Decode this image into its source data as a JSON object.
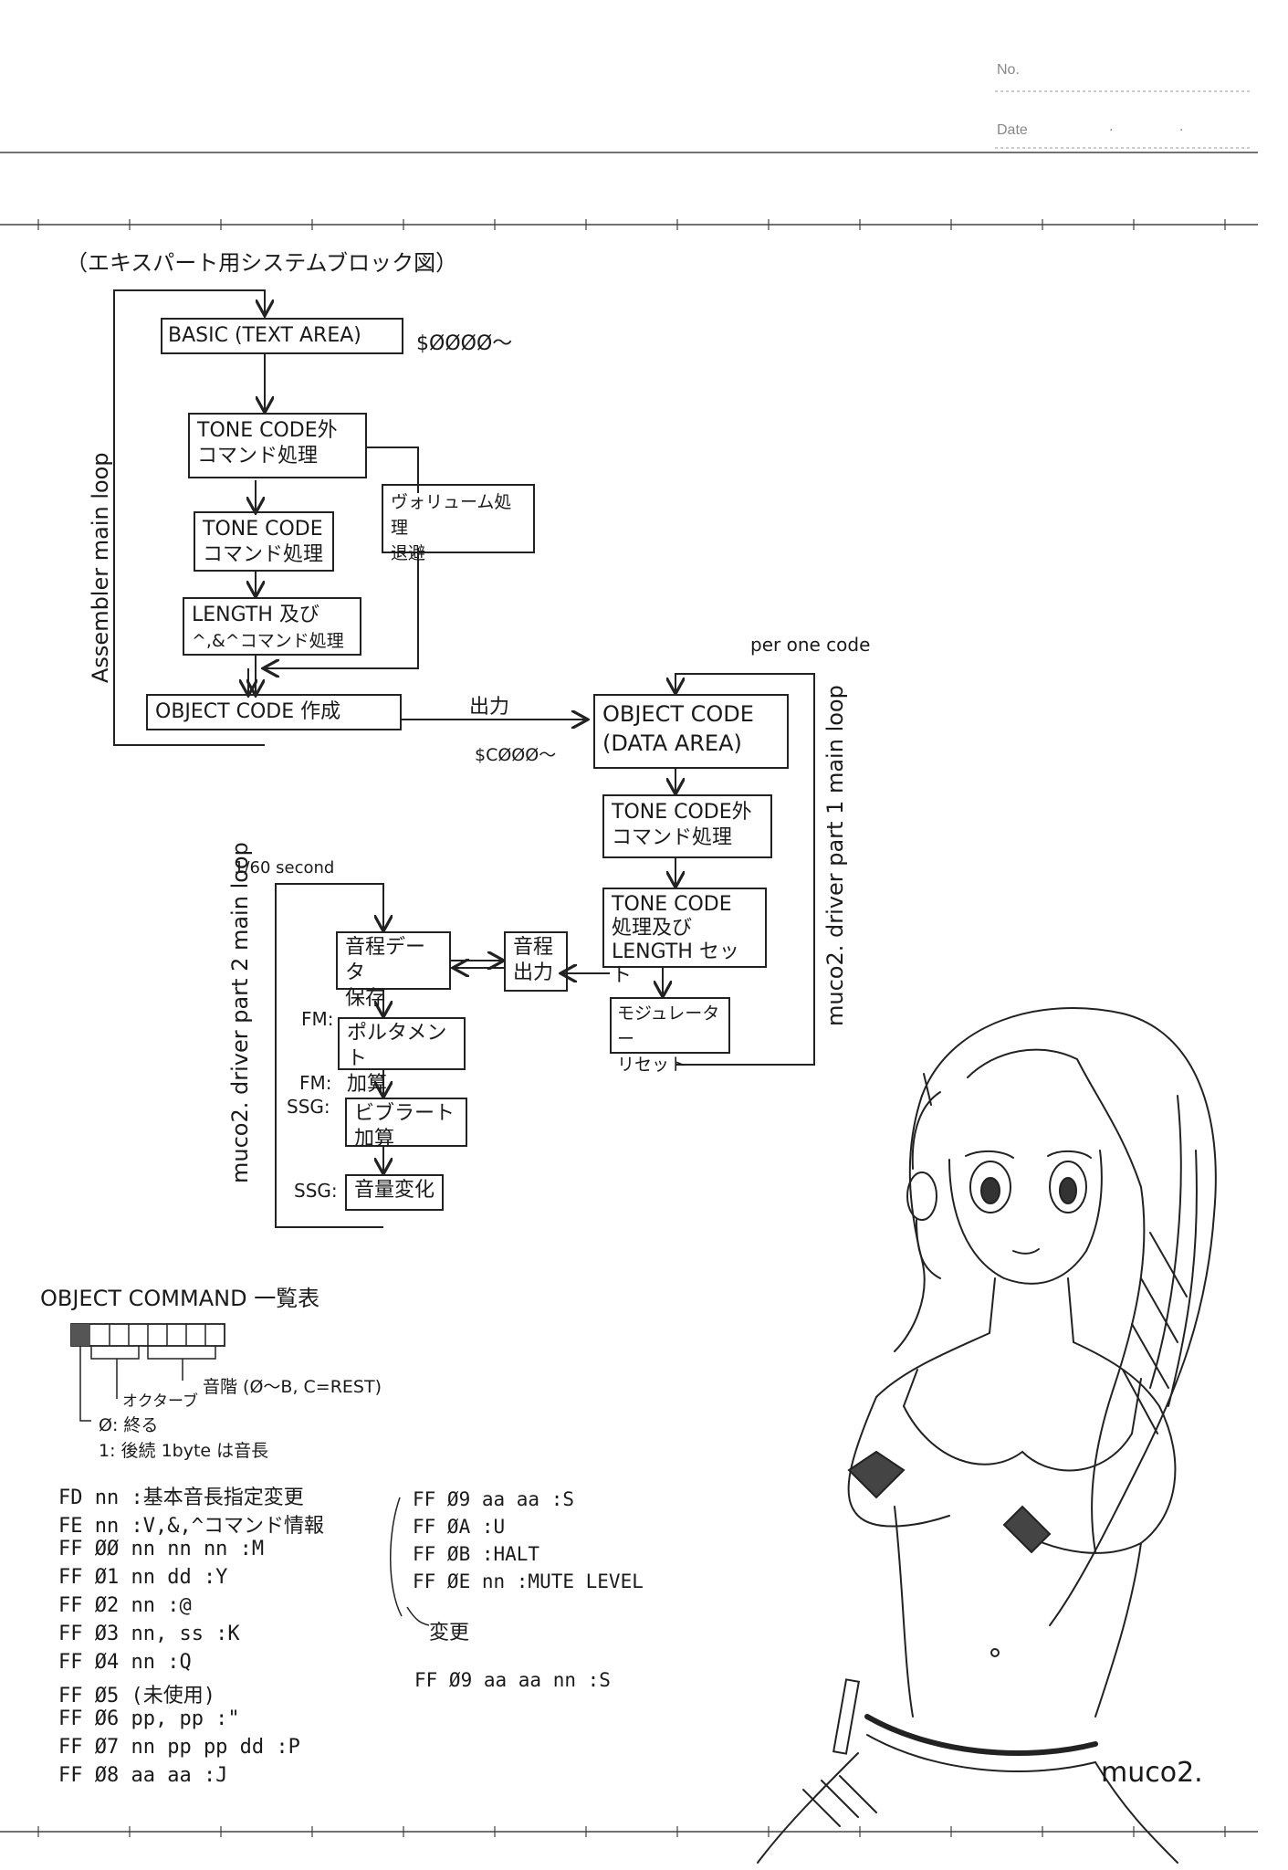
{
  "notebook": {
    "no_label": "No.",
    "date_label": "Date",
    "date_dots": ".",
    "signature": "muco2."
  },
  "diagram": {
    "title": "（エキスパート用システムブロック図）",
    "assembler_loop_label": "Assembler main loop",
    "basic_box": "BASIC (TEXT AREA)",
    "basic_addr": "$ØØØØ～",
    "tone_other_box": [
      "TONE CODE外",
      "コマンド処理"
    ],
    "volume_box": [
      "ヴォリューム処理",
      "退避"
    ],
    "tone_box": [
      "TONE CODE",
      "コマンド処理"
    ],
    "length_box": [
      "LENGTH 及び",
      "^,&^コマンド処理"
    ],
    "object_create_box": "OBJECT CODE 作成",
    "output_label": "出力",
    "output_addr": "$CØØØ～",
    "per_one_code": "per one code",
    "object_code_box": [
      "OBJECT CODE",
      "(DATA AREA)"
    ],
    "driver1_tone_other_box": [
      "TONE CODE外",
      "コマンド処理"
    ],
    "driver1_tone_box": [
      "TONE CODE",
      "処理及び",
      "LENGTH セット"
    ],
    "modulator_box": [
      "モジュレーター",
      "リセット"
    ],
    "driver1_label": "muco2. driver part 1 main loop",
    "sixtieth_label": "1/60 second",
    "pitch_data_box": [
      "音程データ",
      "保存"
    ],
    "pitch_output_box": [
      "音程",
      "出力"
    ],
    "fm_label_1": "FM:",
    "portamento_box": [
      "ポルタメント",
      "加算"
    ],
    "fm_label_2": "FM:",
    "ssg_label_1": "SSG:",
    "vibrato_box": [
      "ビブラート",
      "加算"
    ],
    "ssg_label_2": "SSG:",
    "volume_change_box": "音量変化",
    "driver2_label": "muco2. driver part 2 main loop"
  },
  "commands": {
    "heading": "OBJECT COMMAND 一覧表",
    "bit_note": "音階 (Ø～B, C=REST)",
    "bit_octave": "オクターブ",
    "bit_flag_0": "Ø: 終る",
    "bit_flag_1": "1: 後続 1byte は音長",
    "left_list": [
      "FD nn :基本音長指定変更",
      "FE nn :V,&,^コマンド情報",
      "FF ØØ nn nn nn :M",
      "FF Ø1 nn dd :Y",
      "FF Ø2 nn :@",
      "FF Ø3 nn, ss :K",
      "FF Ø4 nn :Q",
      "FF Ø5 (未使用)",
      "FF Ø6 pp, pp :\"",
      "FF Ø7 nn pp pp dd :P",
      "FF Ø8 aa aa :J"
    ],
    "right_list": [
      "FF Ø9 aa aa :S",
      "FF ØA :U",
      "FF ØB :HALT",
      "FF ØE nn :MUTE LEVEL"
    ],
    "change_label": "変更",
    "changed_entry": "FF Ø9 aa aa nn :S"
  }
}
